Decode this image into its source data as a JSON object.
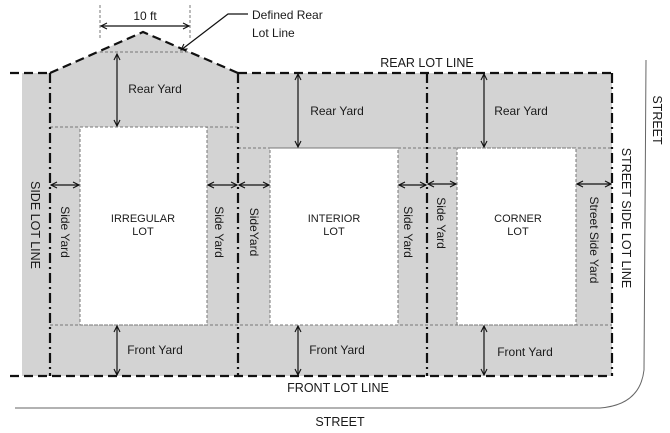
{
  "dimension": {
    "label": "10 ft"
  },
  "callout": {
    "line1": "Defined Rear",
    "line2": "Lot Line"
  },
  "lot_lines": {
    "rear": "REAR LOT LINE",
    "front": "FRONT LOT LINE",
    "side": "SIDE LOT LINE",
    "street_side": "STREET SIDE LOT LINE"
  },
  "streets": {
    "bottom": "STREET",
    "right": "STREET"
  },
  "lots": [
    {
      "name_line1": "IRREGULAR",
      "name_line2": "LOT",
      "rear_yard": "Rear Yard",
      "front_yard": "Front Yard",
      "left_yard": "Side Yard",
      "right_yard": "Side Yard"
    },
    {
      "name_line1": "INTERIOR",
      "name_line2": "LOT",
      "rear_yard": "Rear Yard",
      "front_yard": "Front Yard",
      "left_yard": "SideYard",
      "right_yard": "Side Yard"
    },
    {
      "name_line1": "CORNER",
      "name_line2": "LOT",
      "rear_yard": "Rear Yard",
      "front_yard": "Front Yard",
      "left_yard": "Side Yard",
      "right_yard": "Street Side Yard"
    }
  ],
  "colors": {
    "yard": "#d3d3d3",
    "line": "#111111"
  }
}
